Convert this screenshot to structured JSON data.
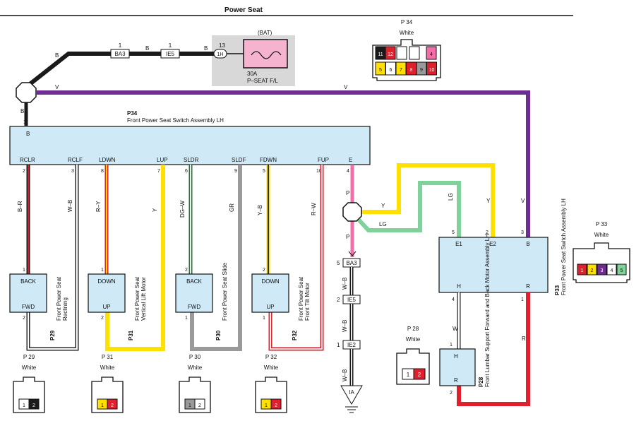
{
  "title": "Power Seat",
  "fuse": {
    "bat": "(BAT)",
    "pin": "13",
    "label": "1H",
    "amp": "30A",
    "name": "P–SEAT F/L"
  },
  "wires": {
    "B": "B",
    "V": "V",
    "Y": "Y",
    "LG": "LG",
    "P": "P",
    "W": "W",
    "R": "R",
    "BR": "B–R",
    "WB": "W–B",
    "RY": "R–Y",
    "DGW": "DG–W",
    "GR": "GR",
    "YB": "Y–B",
    "RW": "R–W"
  },
  "splices": {
    "BA3": "BA3",
    "IE5": "IE5",
    "IE2": "IE2",
    "ground": "IA",
    "ba3_left_pin": "1",
    "ie5_left_pin": "1",
    "ba3_pin": "5",
    "ie5_pin": "2",
    "ie2_pin": "1"
  },
  "p34": {
    "id": "P34",
    "name": "Front Power Seat Switch Assembly LH",
    "top_pin": "1",
    "top_term": "B",
    "terms": [
      "RCLR",
      "RCLF",
      "LDWN",
      "LUP",
      "SLDR",
      "SLDF",
      "FDWN",
      "FUP",
      "E"
    ],
    "pins": [
      "2",
      "3",
      "8",
      "7",
      "6",
      "9",
      "5",
      "10",
      "4"
    ],
    "conn_label": "P 34",
    "conn_color": "White",
    "conn_pins": [
      "11",
      "12",
      "",
      "",
      "",
      "4",
      "5",
      "6",
      "7",
      "8",
      "9",
      "10"
    ]
  },
  "motors": [
    {
      "id": "P29",
      "top": "BACK",
      "bottom": "FWD",
      "pin_top": "1",
      "pin_bot": "2",
      "name": "Front Power Seat Reclining",
      "conn": "P 29",
      "color": "White",
      "cpins": [
        "1",
        "2"
      ]
    },
    {
      "id": "P31",
      "top": "DOWN",
      "bottom": "UP",
      "pin_top": "1",
      "pin_bot": "2",
      "name": "Front Power Seat Vertical Lift Motor",
      "conn": "P 31",
      "color": "White",
      "cpins": [
        "1",
        "2"
      ]
    },
    {
      "id": "P30",
      "top": "BACK",
      "bottom": "FWD",
      "pin_top": "2",
      "pin_bot": "1",
      "name": "Front Power Seat Slide",
      "conn": "P 30",
      "color": "White",
      "cpins": [
        "1",
        "2"
      ]
    },
    {
      "id": "P32",
      "top": "DOWN",
      "bottom": "UP",
      "pin_top": "2",
      "pin_bot": "1",
      "name": "Front Power Seat Front Tilt Motor",
      "conn": "P 32",
      "color": "White",
      "cpins": [
        "1",
        "2"
      ]
    }
  ],
  "p33": {
    "id": "P33",
    "name": "Front Power Seat Switch Assembly LH",
    "terms_top": [
      "E1",
      "E2",
      "B"
    ],
    "pins_top": [
      "5",
      "2",
      "3"
    ],
    "terms_bot": [
      "H",
      "R"
    ],
    "pins_bot": [
      "4",
      "1"
    ],
    "conn_label": "P 33",
    "conn_color": "White",
    "conn_pins": [
      "1",
      "2",
      "3",
      "4",
      "5"
    ]
  },
  "p28": {
    "id": "P28",
    "name": "Front Lumbar Support Forward and Back Motor Assembly LH",
    "top": "H",
    "bottom": "R",
    "pin_top": "1",
    "pin_bot": "2",
    "conn_label": "P 28",
    "conn_color": "White",
    "conn_pins": [
      "1",
      "2"
    ]
  },
  "colors": {
    "black": "#1a1a1a",
    "violet": "#6f2c91",
    "yellow": "#ffe000",
    "light_green": "#7fd39a",
    "pink": "#f06fa8",
    "red": "#e0202c",
    "gray": "#9a9a9a",
    "box_fill": "#cfe9f7",
    "fuse_fill": "#f6b3cf"
  }
}
